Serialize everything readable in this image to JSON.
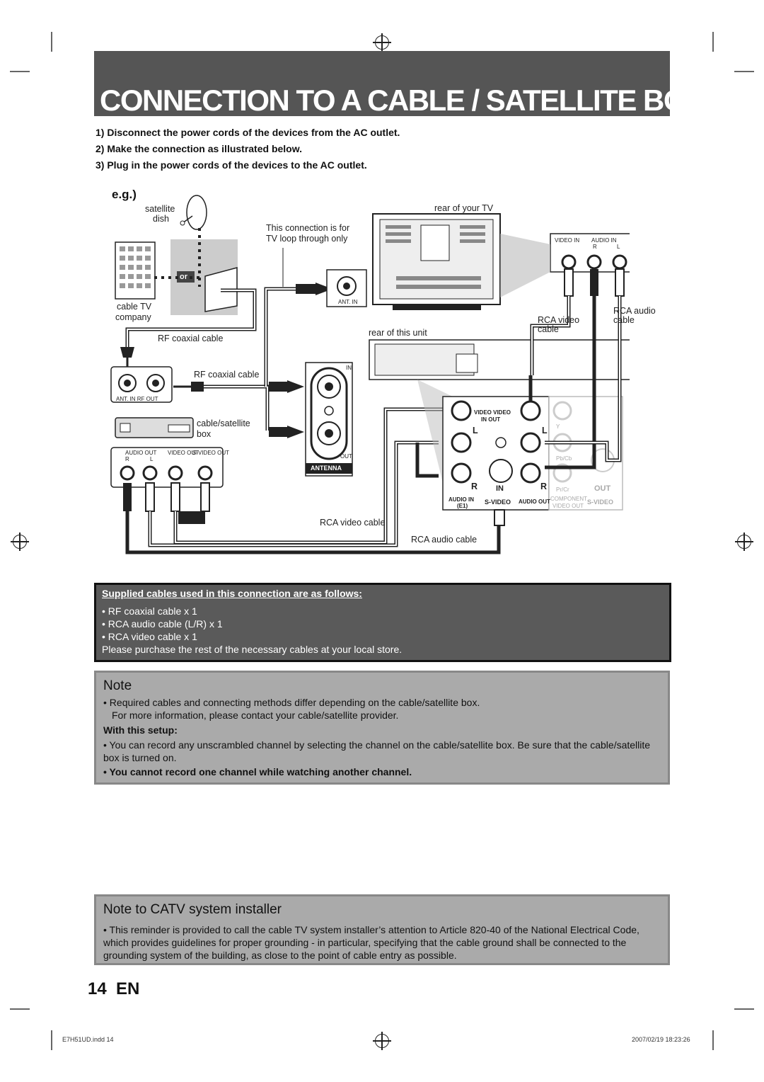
{
  "header": {
    "title": "CONNECTION TO A CABLE / SATELLITE BOX"
  },
  "steps": [
    "1)  Disconnect the power cords of the devices from the AC outlet.",
    "2)  Make the connection as illustrated below.",
    "3)  Plug in the power cords of the devices to the AC outlet."
  ],
  "diagram": {
    "eg_label": "e.g.)",
    "satellite_dish_1": "satellite",
    "satellite_dish_2": "dish",
    "or": "or",
    "cable_company_1": "cable TV",
    "cable_company_2": "company",
    "rf_cable_1": "RF coaxial cable",
    "rf_cable_2": "RF coaxial cable",
    "cable_box_1": "cable/satellite",
    "cable_box_2": "box",
    "loop_note_1": "This connection is for",
    "loop_note_2": "TV loop through only",
    "rear_tv": "rear of your TV",
    "rear_unit": "rear of this unit",
    "rca_video_1": "RCA video",
    "rca_video_2": "cable",
    "rca_audio_1": "RCA audio",
    "rca_audio_2": "cable",
    "rca_video_bottom": "RCA video cable",
    "rca_audio_bottom": "RCA audio cable",
    "ant_in": "ANT. IN",
    "ant_in_rf_out": "ANT. IN   RF OUT",
    "tv_video_in": "VIDEO IN",
    "tv_audio_in": "AUDIO IN",
    "tv_r": "R",
    "tv_l": "L",
    "box_audio_out": "AUDIO OUT",
    "box_video_out": "VIDEO OUT",
    "box_svideo_out": "S-VIDEO OUT",
    "box_r": "R",
    "box_l": "L",
    "panel_in": "IN",
    "panel_out": "OUT",
    "panel_antenna": "ANTENNA",
    "jack_video_in_out": "VIDEO  VIDEO",
    "jack_in_out": "IN        OUT",
    "jack_l": "L",
    "jack_l2": "L",
    "jack_r": "R",
    "jack_r2": "R",
    "jack_in2": "IN",
    "jack_audio_in": "AUDIO IN",
    "jack_e1": "(E1)",
    "jack_svideo": "S-VIDEO",
    "jack_audio_out": "AUDIO OUT",
    "jack_component": "COMPONENT",
    "jack_video_out": "VIDEO OUT",
    "jack_svideo2": "S-VIDEO",
    "jack_out": "OUT",
    "jack_y": "Y",
    "jack_pbcb": "Pb/Cb",
    "jack_prcr": "Pr/Cr"
  },
  "supplied": {
    "heading": "Supplied cables used in this connection are as follows:",
    "items": [
      "• RF coaxial cable x 1",
      "• RCA audio cable (L/R) x 1",
      "• RCA video cable x 1"
    ],
    "footer": "Please purchase the rest of the necessary cables at your local store."
  },
  "note": {
    "title": "Note",
    "p1": "•  Required cables and connecting methods differ depending on the cable/satellite box.",
    "p1b": "For more information, please contact your cable/satellite provider.",
    "setup": "With this setup:",
    "p2": "•  You can record any unscrambled channel by selecting the channel on the cable/satellite box. Be sure that the cable/satellite box is turned on.",
    "p3": "•  You cannot record one channel while watching another channel."
  },
  "catv": {
    "title": "Note to CATV system installer",
    "p": "•  This reminder is provided to call the cable TV system installer’s attention to Article 820-40 of the National Electrical Code, which provides guidelines for proper grounding - in particular, specifying that the cable ground shall be connected to the grounding system of the building, as close to the point of cable entry as possible."
  },
  "page": {
    "number": "14",
    "lang": "EN"
  },
  "footer": {
    "file": "E7H51UD.indd  14",
    "timestamp": "2007/02/19   18:23:26"
  }
}
